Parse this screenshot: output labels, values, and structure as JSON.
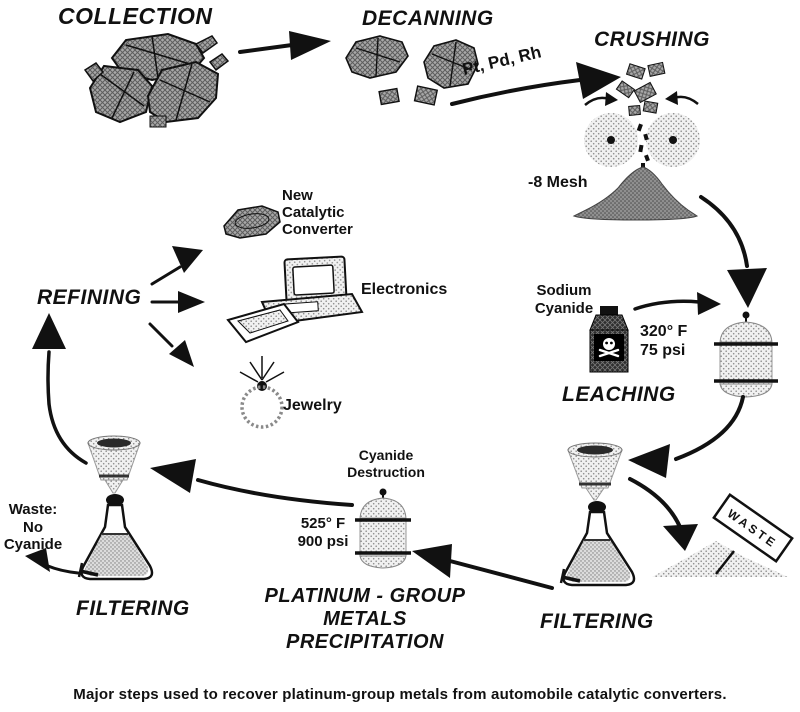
{
  "diagram": {
    "steps": {
      "collection": "COLLECTION",
      "decanning": "DECANNING",
      "crushing": "CRUSHING",
      "leaching": "LEACHING",
      "refining": "REFINING",
      "filtering_left": "FILTERING",
      "filtering_right": "FILTERING",
      "pgm_precipitation": "PLATINUM - GROUP\nMETALS\nPRECIPITATION"
    },
    "annotations": {
      "recovered_metals": "Pt, Pd, Rh",
      "mesh_size": "-8 Mesh",
      "sodium_cyanide": "Sodium\nCyanide",
      "leaching_conditions": "320° F\n75 psi",
      "cyanide_destruction": "Cyanide\nDestruction",
      "precipitation_conditions": "525° F\n900 psi",
      "waste_no_cyanide": "Waste:\nNo\nCyanide",
      "waste_sign": "WASTE",
      "new_catalytic_converter": "New\nCatalytic\nConverter",
      "electronics": "Electronics",
      "jewelry": "Jewelry"
    },
    "caption": "Major steps used to recover platinum-group metals from automobile catalytic converters.",
    "colors": {
      "ink": "#111111",
      "halftone_gray": "#9a9a9a",
      "light_stipple": "#ededed",
      "background": "#ffffff"
    }
  }
}
